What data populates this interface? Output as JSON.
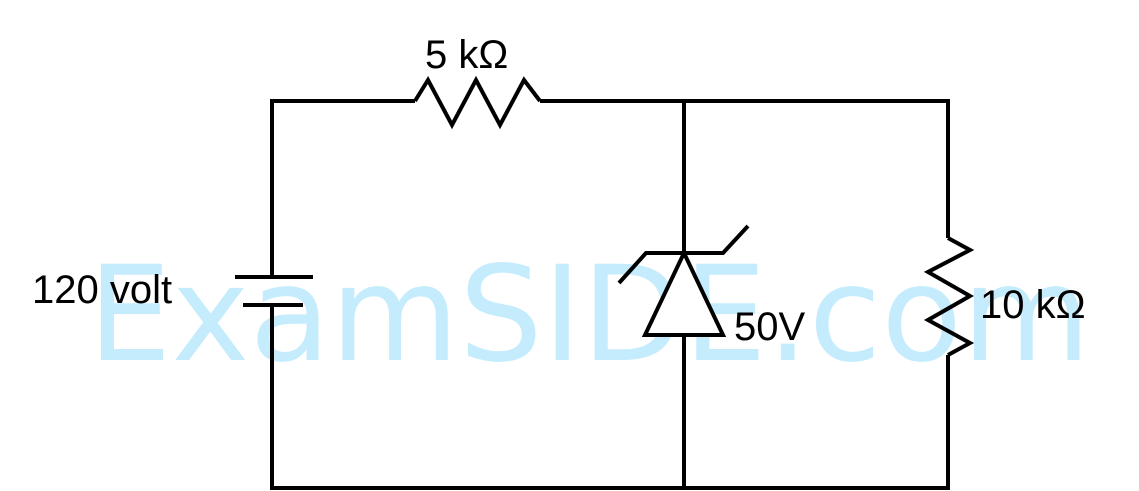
{
  "watermark": "ExamSIDE.com",
  "components": {
    "battery": {
      "label": "120 volt"
    },
    "series_resistor": {
      "label": "5 kΩ"
    },
    "zener_diode": {
      "label": "50V"
    },
    "load_resistor": {
      "label": "10 kΩ"
    }
  },
  "colors": {
    "wire": "#000000",
    "watermark": "#c4ecfd"
  }
}
